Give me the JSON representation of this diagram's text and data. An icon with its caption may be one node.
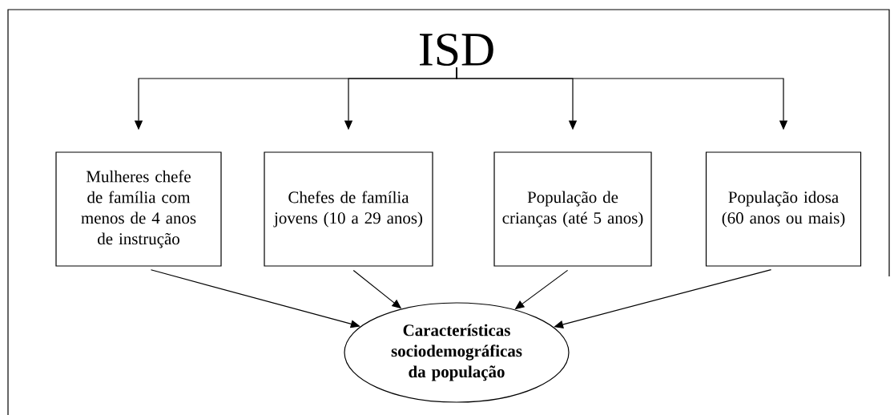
{
  "diagram": {
    "nodes": [
      {
        "text": [
          "ISD"
        ]
      },
      {
        "text": [
          "Mulheres chefe de família com menos de 4 anos de instrução"
        ]
      },
      {
        "text": [
          "Chefes de família jovens (10 a 29 anos)"
        ]
      },
      {
        "text": [
          "População de crianças (até 5 anos)"
        ]
      },
      {
        "text": [
          "População idosa (60 anos ou mais)"
        ]
      },
      {
        "text": [
          "**Características sociodemográficas da população**"
        ]
      }
    ],
    "edges": [
      {
        "from": 0,
        "to": 1,
        "arrow": "to"
      },
      {
        "from": 0,
        "to": 2,
        "arrow": "to"
      },
      {
        "from": 0,
        "to": 3,
        "arrow": "to"
      },
      {
        "from": 0,
        "to": 4,
        "arrow": "to"
      },
      {
        "from": 1,
        "to": 5,
        "arrow": "to"
      },
      {
        "from": 2,
        "to": 5,
        "arrow": "to"
      },
      {
        "from": 3,
        "to": 5,
        "arrow": "to"
      },
      {
        "from": 4,
        "to": 5,
        "arrow": "to"
      }
    ]
  }
}
